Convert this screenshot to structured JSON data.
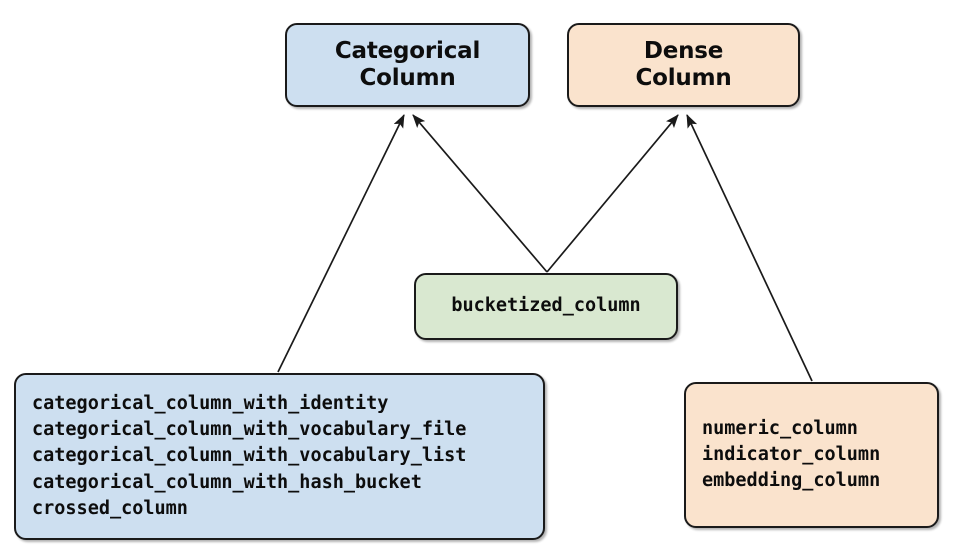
{
  "diagram": {
    "title_visible": false,
    "background_color": "#ffffff",
    "nodes": [
      {
        "id": "categorical",
        "name": "categorical-column-node",
        "lines": [
          "Categorical",
          "Column"
        ],
        "fill": "#cddff0",
        "stroke": "#1a1a1a",
        "style": "title"
      },
      {
        "id": "dense",
        "name": "dense-column-node",
        "lines": [
          "Dense",
          "Column"
        ],
        "fill": "#fae3cd",
        "stroke": "#1a1a1a",
        "style": "title"
      },
      {
        "id": "bucketized",
        "name": "bucketized-column-node",
        "lines": [
          "bucketized_column"
        ],
        "fill": "#d9e8d0",
        "stroke": "#1a1a1a",
        "style": "mono"
      },
      {
        "id": "categorical_list",
        "name": "categorical-functions-node",
        "lines": [
          "categorical_column_with_identity",
          "categorical_column_with_vocabulary_file",
          "categorical_column_with_vocabulary_list",
          "categorical_column_with_hash_bucket",
          "crossed_column"
        ],
        "fill": "#cddff0",
        "stroke": "#1a1a1a",
        "style": "mono"
      },
      {
        "id": "dense_list",
        "name": "dense-functions-node",
        "lines": [
          "numeric_column",
          "indicator_column",
          "embedding_column"
        ],
        "fill": "#fae3cd",
        "stroke": "#1a1a1a",
        "style": "mono"
      }
    ],
    "edges": [
      {
        "from": "categorical_list",
        "to": "categorical",
        "arrow": "up"
      },
      {
        "from": "bucketized",
        "to": "categorical",
        "arrow": "up"
      },
      {
        "from": "bucketized",
        "to": "dense",
        "arrow": "up"
      },
      {
        "from": "dense_list",
        "to": "dense",
        "arrow": "up"
      }
    ],
    "edge_color": "#1a1a1a"
  },
  "text": {
    "categorical_line1": "Categorical",
    "categorical_line2": "Column",
    "dense_line1": "Dense",
    "dense_line2": "Column",
    "bucketized": "bucketized_column",
    "cat_fn_1": "categorical_column_with_identity",
    "cat_fn_2": "categorical_column_with_vocabulary_file",
    "cat_fn_3": "categorical_column_with_vocabulary_list",
    "cat_fn_4": "categorical_column_with_hash_bucket",
    "cat_fn_5": "crossed_column",
    "dense_fn_1": "numeric_column",
    "dense_fn_2": "indicator_column",
    "dense_fn_3": "embedding_column"
  }
}
